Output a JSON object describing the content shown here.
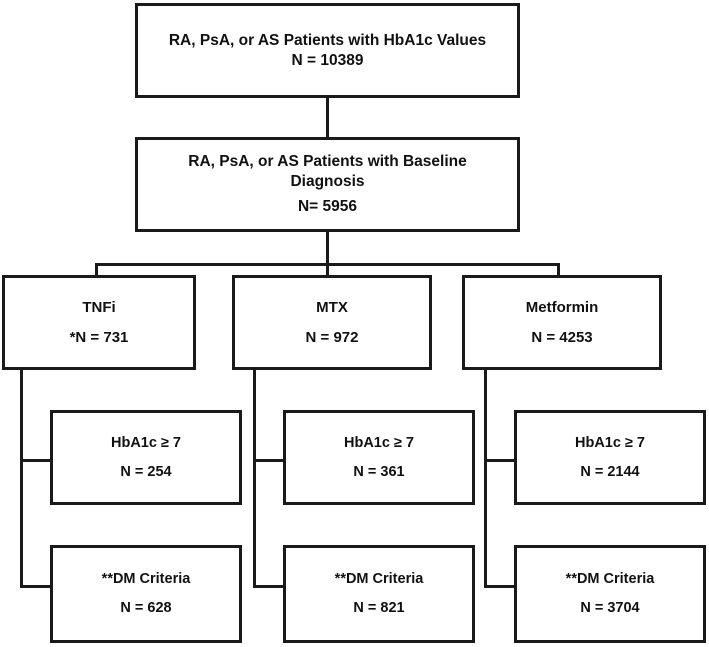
{
  "chart_data": {
    "type": "diagram",
    "title": "Patient cohort flow diagram",
    "nodes": [
      {
        "id": "root",
        "label": "RA, PsA, or AS Patients with HbA1c Values",
        "count_label": "N = 10389",
        "count": 10389
      },
      {
        "id": "baseline",
        "label": "RA, PsA, or AS Patients with Baseline Diagnosis",
        "count_label": "N= 5956",
        "count": 5956
      },
      {
        "id": "tnfi",
        "label": "TNFi",
        "count_label": "*N = 731",
        "count": 731
      },
      {
        "id": "mtx",
        "label": "MTX",
        "count_label": "N = 972",
        "count": 972
      },
      {
        "id": "metformin",
        "label": "Metformin",
        "count_label": "N = 4253",
        "count": 4253
      },
      {
        "id": "tnfi_hba1c",
        "label": "HbA1c ≥ 7",
        "count_label": "N = 254",
        "count": 254
      },
      {
        "id": "mtx_hba1c",
        "label": "HbA1c ≥ 7",
        "count_label": "N = 361",
        "count": 361
      },
      {
        "id": "metformin_hba1c",
        "label": "HbA1c ≥ 7",
        "count_label": "N = 2144",
        "count": 2144
      },
      {
        "id": "tnfi_dm",
        "label": "**DM Criteria",
        "count_label": "N = 628",
        "count": 628
      },
      {
        "id": "mtx_dm",
        "label": "**DM Criteria",
        "count_label": "N = 821",
        "count": 821
      },
      {
        "id": "metformin_dm",
        "label": "**DM Criteria",
        "count_label": "N = 3704",
        "count": 3704
      }
    ],
    "edges": [
      {
        "from": "root",
        "to": "baseline"
      },
      {
        "from": "baseline",
        "to": "tnfi"
      },
      {
        "from": "baseline",
        "to": "mtx"
      },
      {
        "from": "baseline",
        "to": "metformin"
      },
      {
        "from": "tnfi",
        "to": "tnfi_hba1c"
      },
      {
        "from": "tnfi",
        "to": "tnfi_dm"
      },
      {
        "from": "mtx",
        "to": "mtx_hba1c"
      },
      {
        "from": "mtx",
        "to": "mtx_dm"
      },
      {
        "from": "metformin",
        "to": "metformin_hba1c"
      },
      {
        "from": "metformin",
        "to": "metformin_dm"
      }
    ],
    "line_color": "#1a1a1a",
    "background": "#ffffff"
  },
  "diagram": {
    "root": {
      "title_line1": "RA, PsA, or AS Patients with HbA1c Values",
      "count": "N = 10389"
    },
    "baseline": {
      "title_line1": "RA, PsA, or AS Patients with Baseline",
      "title_line2": "Diagnosis",
      "count": "N= 5956"
    },
    "arms": [
      {
        "name": "TNFi",
        "count": "*N = 731",
        "hba1c_label": "HbA1c ≥ 7",
        "hba1c_count": "N = 254",
        "dm_label": "**DM Criteria",
        "dm_count": "N = 628"
      },
      {
        "name": "MTX",
        "count": "N = 972",
        "hba1c_label": "HbA1c ≥ 7",
        "hba1c_count": "N = 361",
        "dm_label": "**DM Criteria",
        "dm_count": "N = 821"
      },
      {
        "name": "Metformin",
        "count": "N = 4253",
        "hba1c_label": "HbA1c ≥ 7",
        "hba1c_count": "N = 2144",
        "dm_label": "**DM Criteria",
        "dm_count": "N = 3704"
      }
    ]
  }
}
